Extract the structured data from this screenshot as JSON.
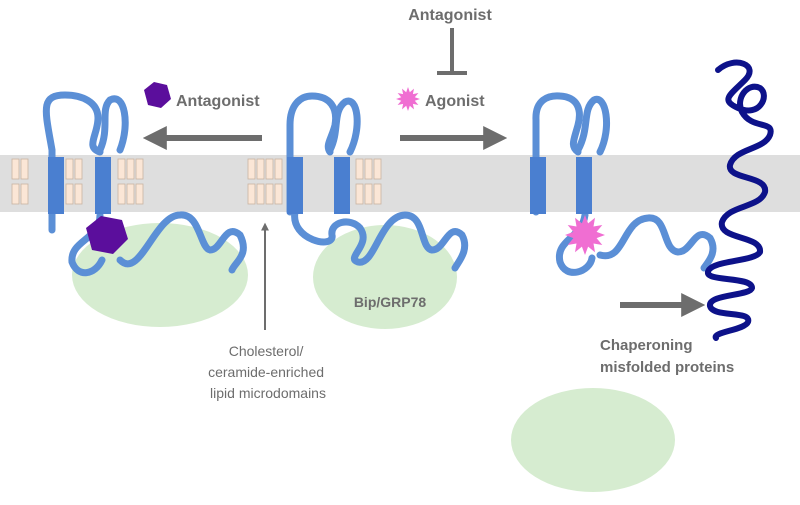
{
  "labels": {
    "antagonist_top": "Antagonist",
    "antagonist_left": "Antagonist",
    "agonist": "Agonist",
    "bip": "Bip/GRP78",
    "chaperoning": [
      "Chaperoning",
      "misfolded proteins"
    ],
    "microdomains": [
      "Cholesterol/",
      "ceramide-enriched",
      "lipid microdomains"
    ]
  },
  "colors": {
    "membrane": "#dedede",
    "receptor": "#5b8fd6",
    "receptor_helix": "#4a7fd0",
    "antagonist": "#5b0e9c",
    "agonist": "#f06ed2",
    "bip": "#d6ecd0",
    "misfolded_protein": "#0d128a",
    "arrow": "#6d6d6d",
    "lipid_fill": "#fbe6d6",
    "lipid_stroke": "#c9b3a2"
  },
  "icons": {
    "antagonist": "hexagon",
    "agonist": "starburst"
  }
}
